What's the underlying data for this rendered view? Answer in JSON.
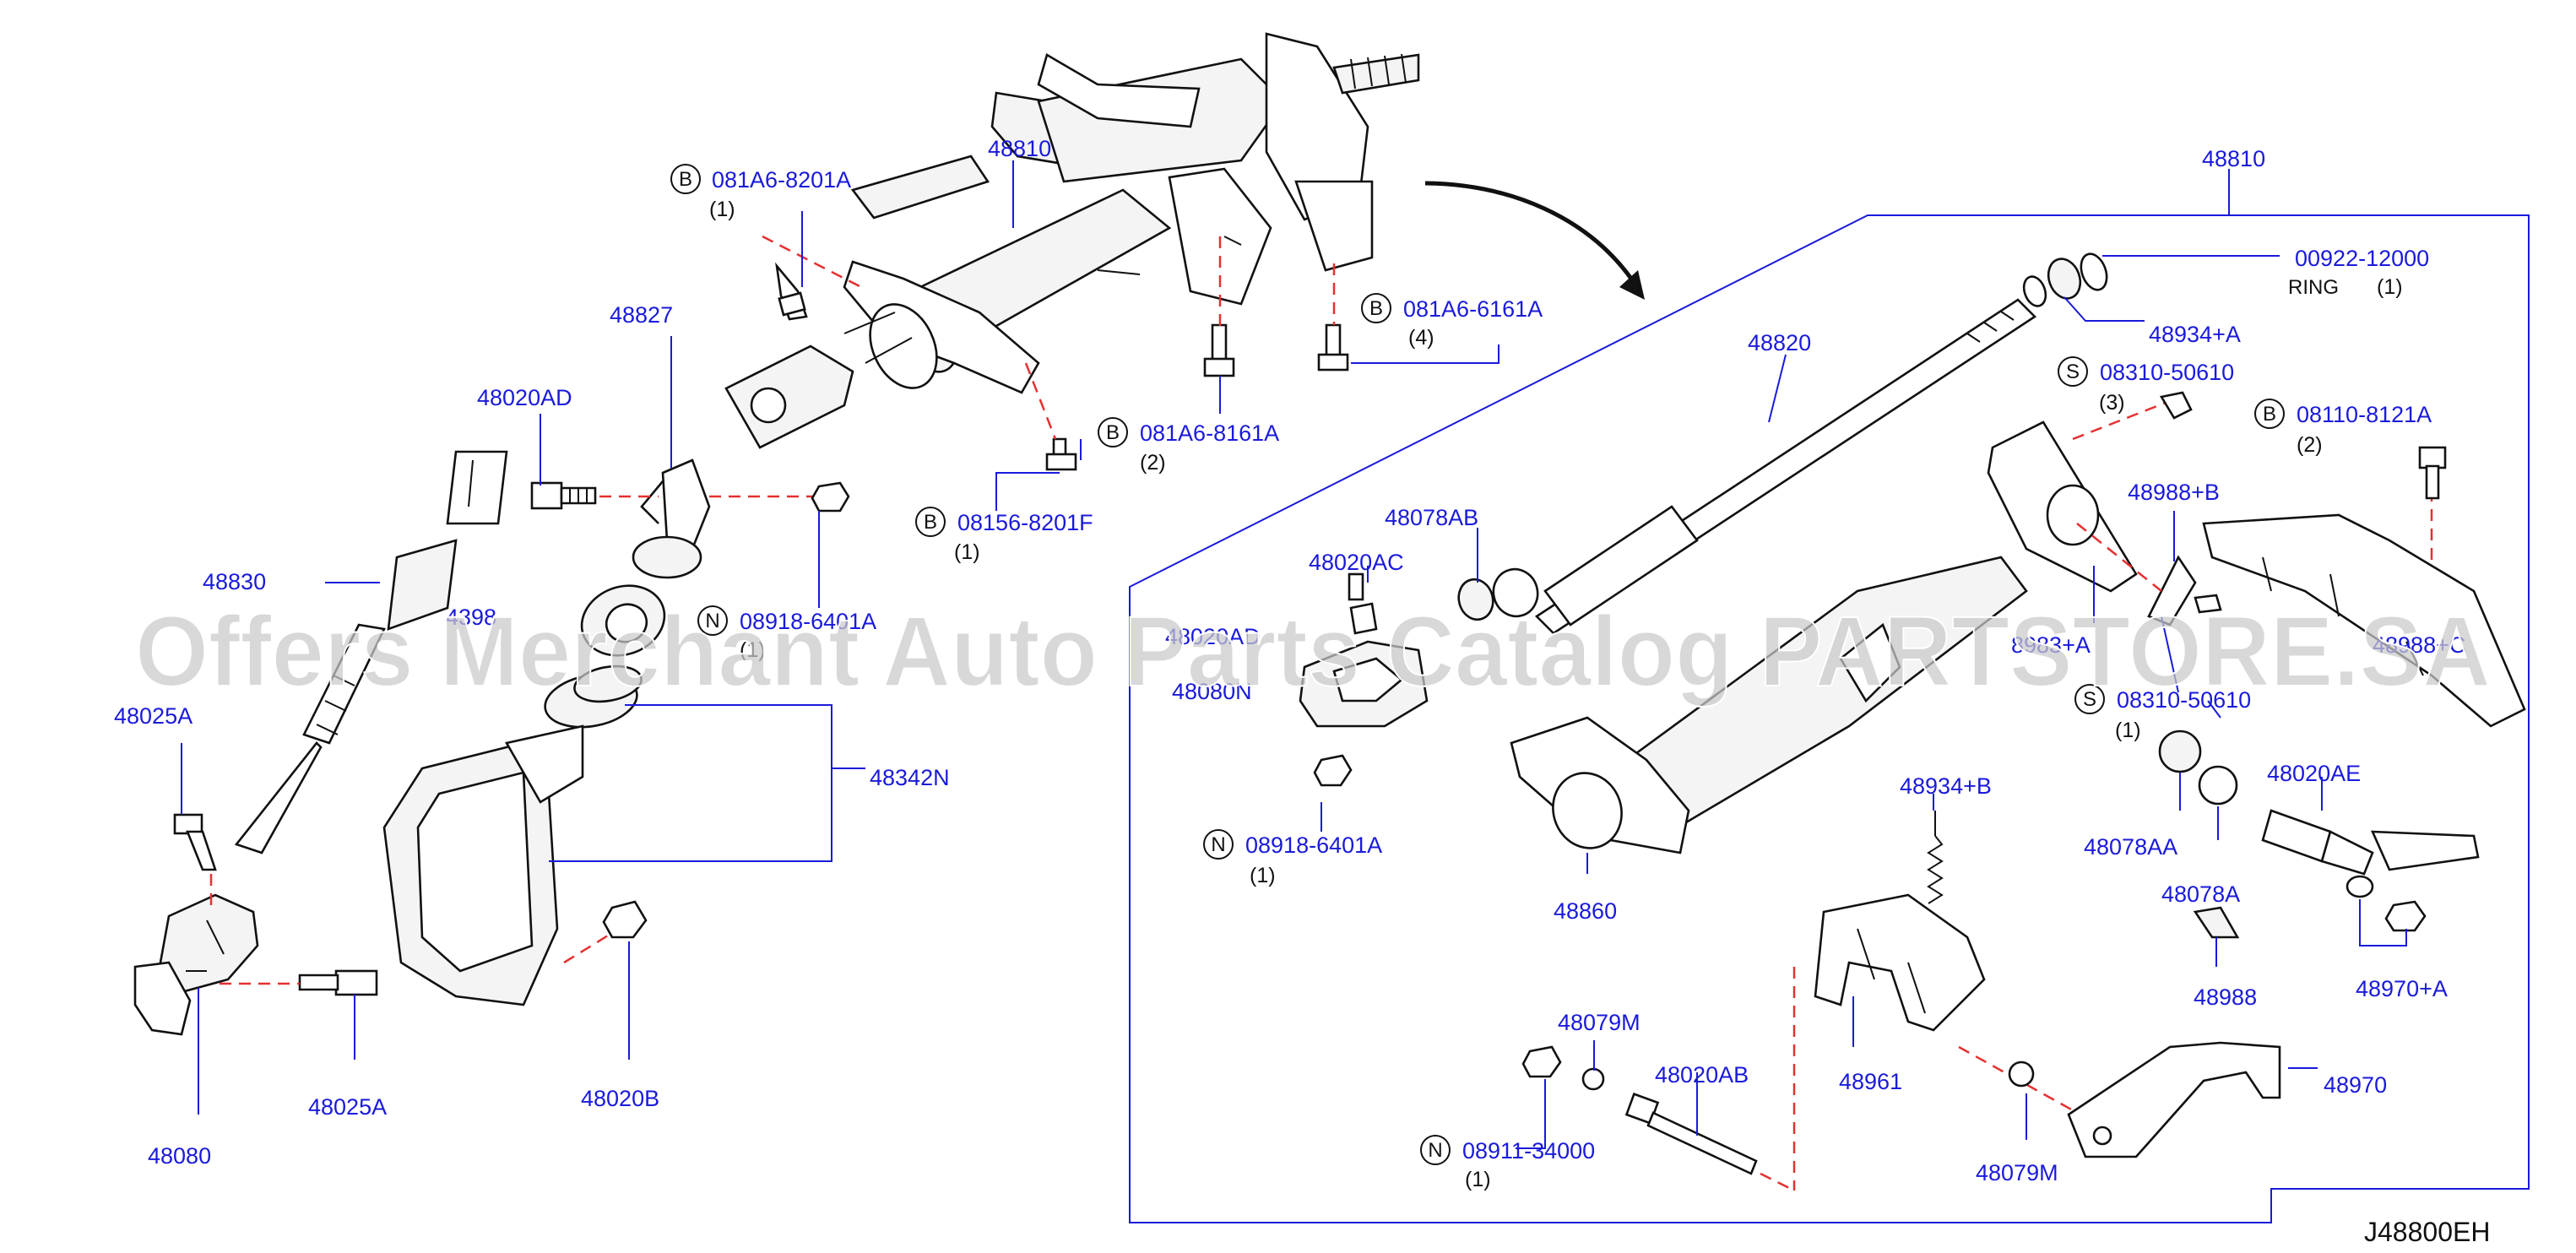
{
  "diagram": {
    "labels": {
      "l48810_top": "48810",
      "l48810_right": "48810",
      "l48827": "48827",
      "l48020AD": "48020AD",
      "l48830": "48830",
      "l4398x": "4398",
      "l48025A_left": "48025A",
      "l48025A_bottom": "48025A",
      "l48080": "48080",
      "l48342N": "48342N",
      "l48020B": "48020B",
      "l48820": "48820",
      "l48078AB": "48078AB",
      "l48020AC": "48020AC",
      "l48020AD_r": "48020AD",
      "l48080N": "48080N",
      "l48860": "48860",
      "l48934A": "48934+A",
      "l00922": "00922-12000",
      "l48988B": "48988+B",
      "l48983A": "8983+A",
      "l48988C": "48988+C",
      "l48934B": "48934+B",
      "l48961": "48961",
      "l48079M_a": "48079M",
      "l48079M_b": "48079M",
      "l48020AB": "48020AB",
      "l48078AA": "48078AA",
      "l48078A": "48078A",
      "l48020AE": "48020AE",
      "l48988": "48988",
      "l48970A": "48970+A",
      "l48970": "48970"
    },
    "callouts": {
      "b1": {
        "prefix": "B",
        "part": "081A6-8201A",
        "qty": "(1)"
      },
      "b2": {
        "prefix": "B",
        "part": "081A6-6161A",
        "qty": "(4)"
      },
      "b3": {
        "prefix": "B",
        "part": "081A6-8161A",
        "qty": "(2)"
      },
      "b4": {
        "prefix": "B",
        "part": "08156-8201F",
        "qty": "(1)"
      },
      "n1": {
        "prefix": "N",
        "part": "08918-6401A",
        "qty": "(1)"
      },
      "n2": {
        "prefix": "N",
        "part": "08918-6401A",
        "qty": "(1)"
      },
      "s1": {
        "prefix": "S",
        "part": "08310-50610",
        "qty": "(3)"
      },
      "s2": {
        "prefix": "S",
        "part": "08310-50610",
        "qty": "(1)"
      },
      "b5": {
        "prefix": "B",
        "part": "08110-8121A",
        "qty": "(2)"
      },
      "n3": {
        "prefix": "N",
        "part": "08911-34000",
        "qty": "(1)"
      }
    },
    "ring": {
      "label": "RING",
      "qty": "(1)"
    },
    "diagram_code": "J48800EH",
    "watermark": "Offers Merchant Auto Parts Catalog PARTSTORE.SA",
    "colors": {
      "label": "#1a1adb",
      "dashed": "#e53030",
      "line": "#111111",
      "watermark": "#c9c9c9"
    }
  }
}
